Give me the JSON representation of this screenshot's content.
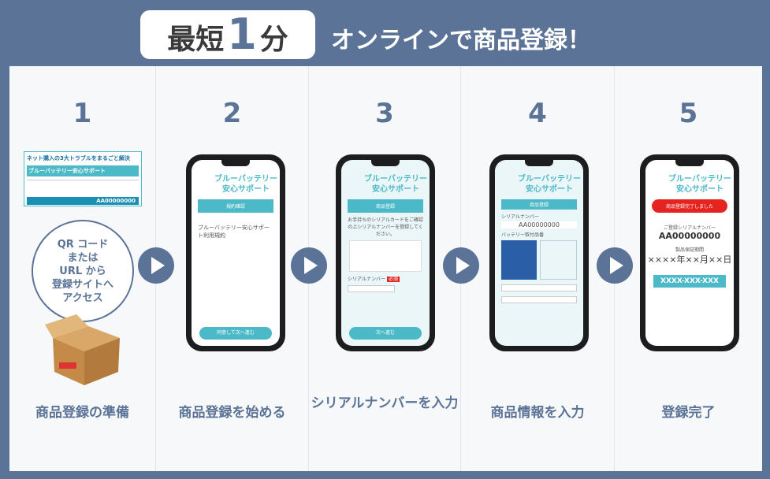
{
  "header": {
    "badge_prefix": "最短",
    "badge_number": "1",
    "badge_suffix": "分",
    "title": "オンラインで商品登録！"
  },
  "colors": {
    "frame": "#5b7396",
    "accent": "#4bb9c7",
    "alert": "#e52421"
  },
  "steps": [
    {
      "number": "1",
      "label": "商品登録の準備",
      "card_title": "ネット購入の3大トラブルをまるごと解決",
      "card_sub": "ブルーバッテリー安心サポート",
      "card_serial": "AA00000000",
      "bubble": "QR コード\nまたは\nURL から\n登録サイトへ\nアクセス"
    },
    {
      "number": "2",
      "label": "商品登録を始める",
      "brand": "ブルーバッテリー安心サポート",
      "section": "規約確認",
      "body": "ブルーバッテリー安心サポート利用規約",
      "button": "同意して次へ進む"
    },
    {
      "number": "3",
      "label": "シリアルナンバーを入力",
      "brand": "ブルーバッテリー安心サポート",
      "section": "商品登録",
      "body": "お手持ちのシリアルカードをご確認の上シリアルナンバーを登録してください。",
      "field_label": "シリアルナンバー",
      "required": "必須",
      "button": "次へ進む"
    },
    {
      "number": "4",
      "label": "商品情報を入力",
      "brand": "ブルーバッテリー安心サポート",
      "section": "商品登録",
      "field_label": "シリアルナンバー",
      "serial": "AA00000000",
      "battery_label": "バッテリー取付品番"
    },
    {
      "number": "5",
      "label": "登録完了",
      "brand": "ブルーバッテリー安心サポート",
      "done": "商品登録完了しました",
      "serial_label": "ご登録シリアルナンバー",
      "serial": "AA00000000",
      "warranty_label": "製品保証期間",
      "warranty": "××××年××月××日",
      "contact": "XXXX-XXX-XXX"
    }
  ]
}
